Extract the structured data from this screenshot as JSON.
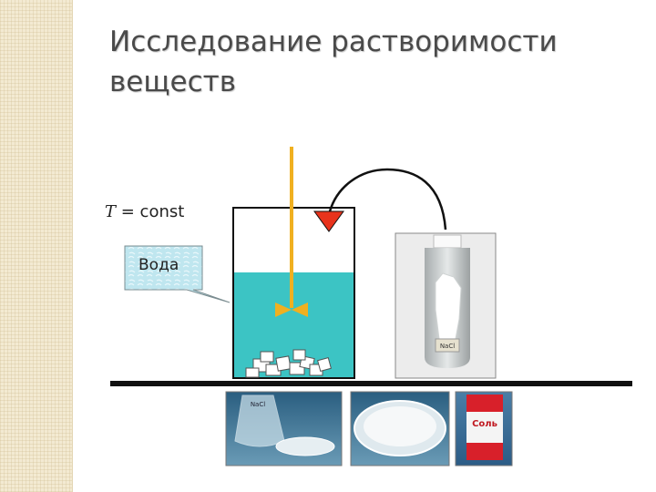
{
  "slide": {
    "title_line1": "Исследование растворимости",
    "title_line2": "веществ",
    "temperature_var": "T",
    "temperature_rest": " = const",
    "water_callout": "Вода",
    "jar_label": "NaCl",
    "flask_label": "NaCl",
    "box_label": "Соль"
  },
  "colors": {
    "water": "#3cc4c4",
    "stirrer": "#f0b020",
    "arrow": "#e8331c",
    "surface": "#111111",
    "side_strip": "#f3ead2"
  },
  "icons": [
    "stirrer-icon",
    "curved-arrow-icon",
    "crystal-pile-icon"
  ]
}
